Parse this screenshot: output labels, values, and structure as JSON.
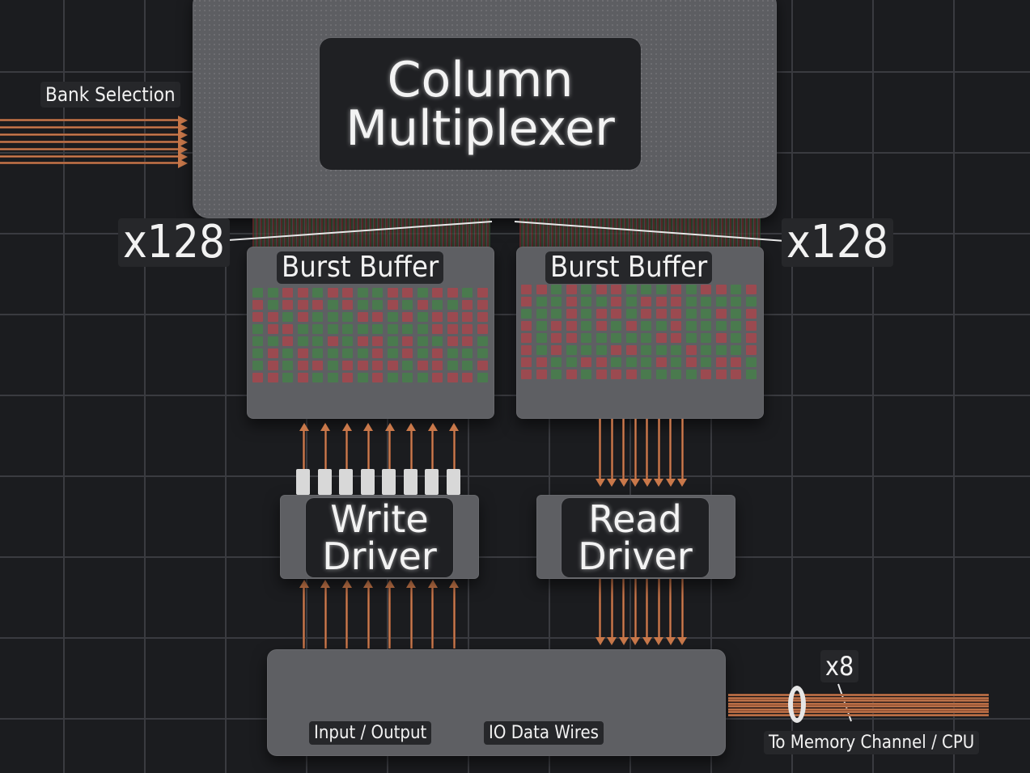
{
  "column_multiplexer": {
    "line1": "Column",
    "line2": "Multiplexer"
  },
  "bank_selection": "Bank Selection",
  "width_left": "x128",
  "width_right": "x128",
  "burst_buffer_left": "Burst Buffer",
  "burst_buffer_right": "Burst Buffer",
  "write_driver": {
    "line1": "Write",
    "line2": "Driver"
  },
  "read_driver": {
    "line1": "Read",
    "line2": "Driver"
  },
  "io_label": "Input / Output",
  "io_wires_label": "IO Data Wires",
  "channel_width": "x8",
  "channel_label": "To Memory Channel / CPU",
  "colors": {
    "cell_green": "#4a7a4e",
    "cell_red": "#9b4a50",
    "copper": "#c9784a",
    "block": "#5e5f63"
  },
  "icons": [
    "bank-selection-wire-bundle",
    "channel-wire-bundle",
    "bundle-ring"
  ]
}
